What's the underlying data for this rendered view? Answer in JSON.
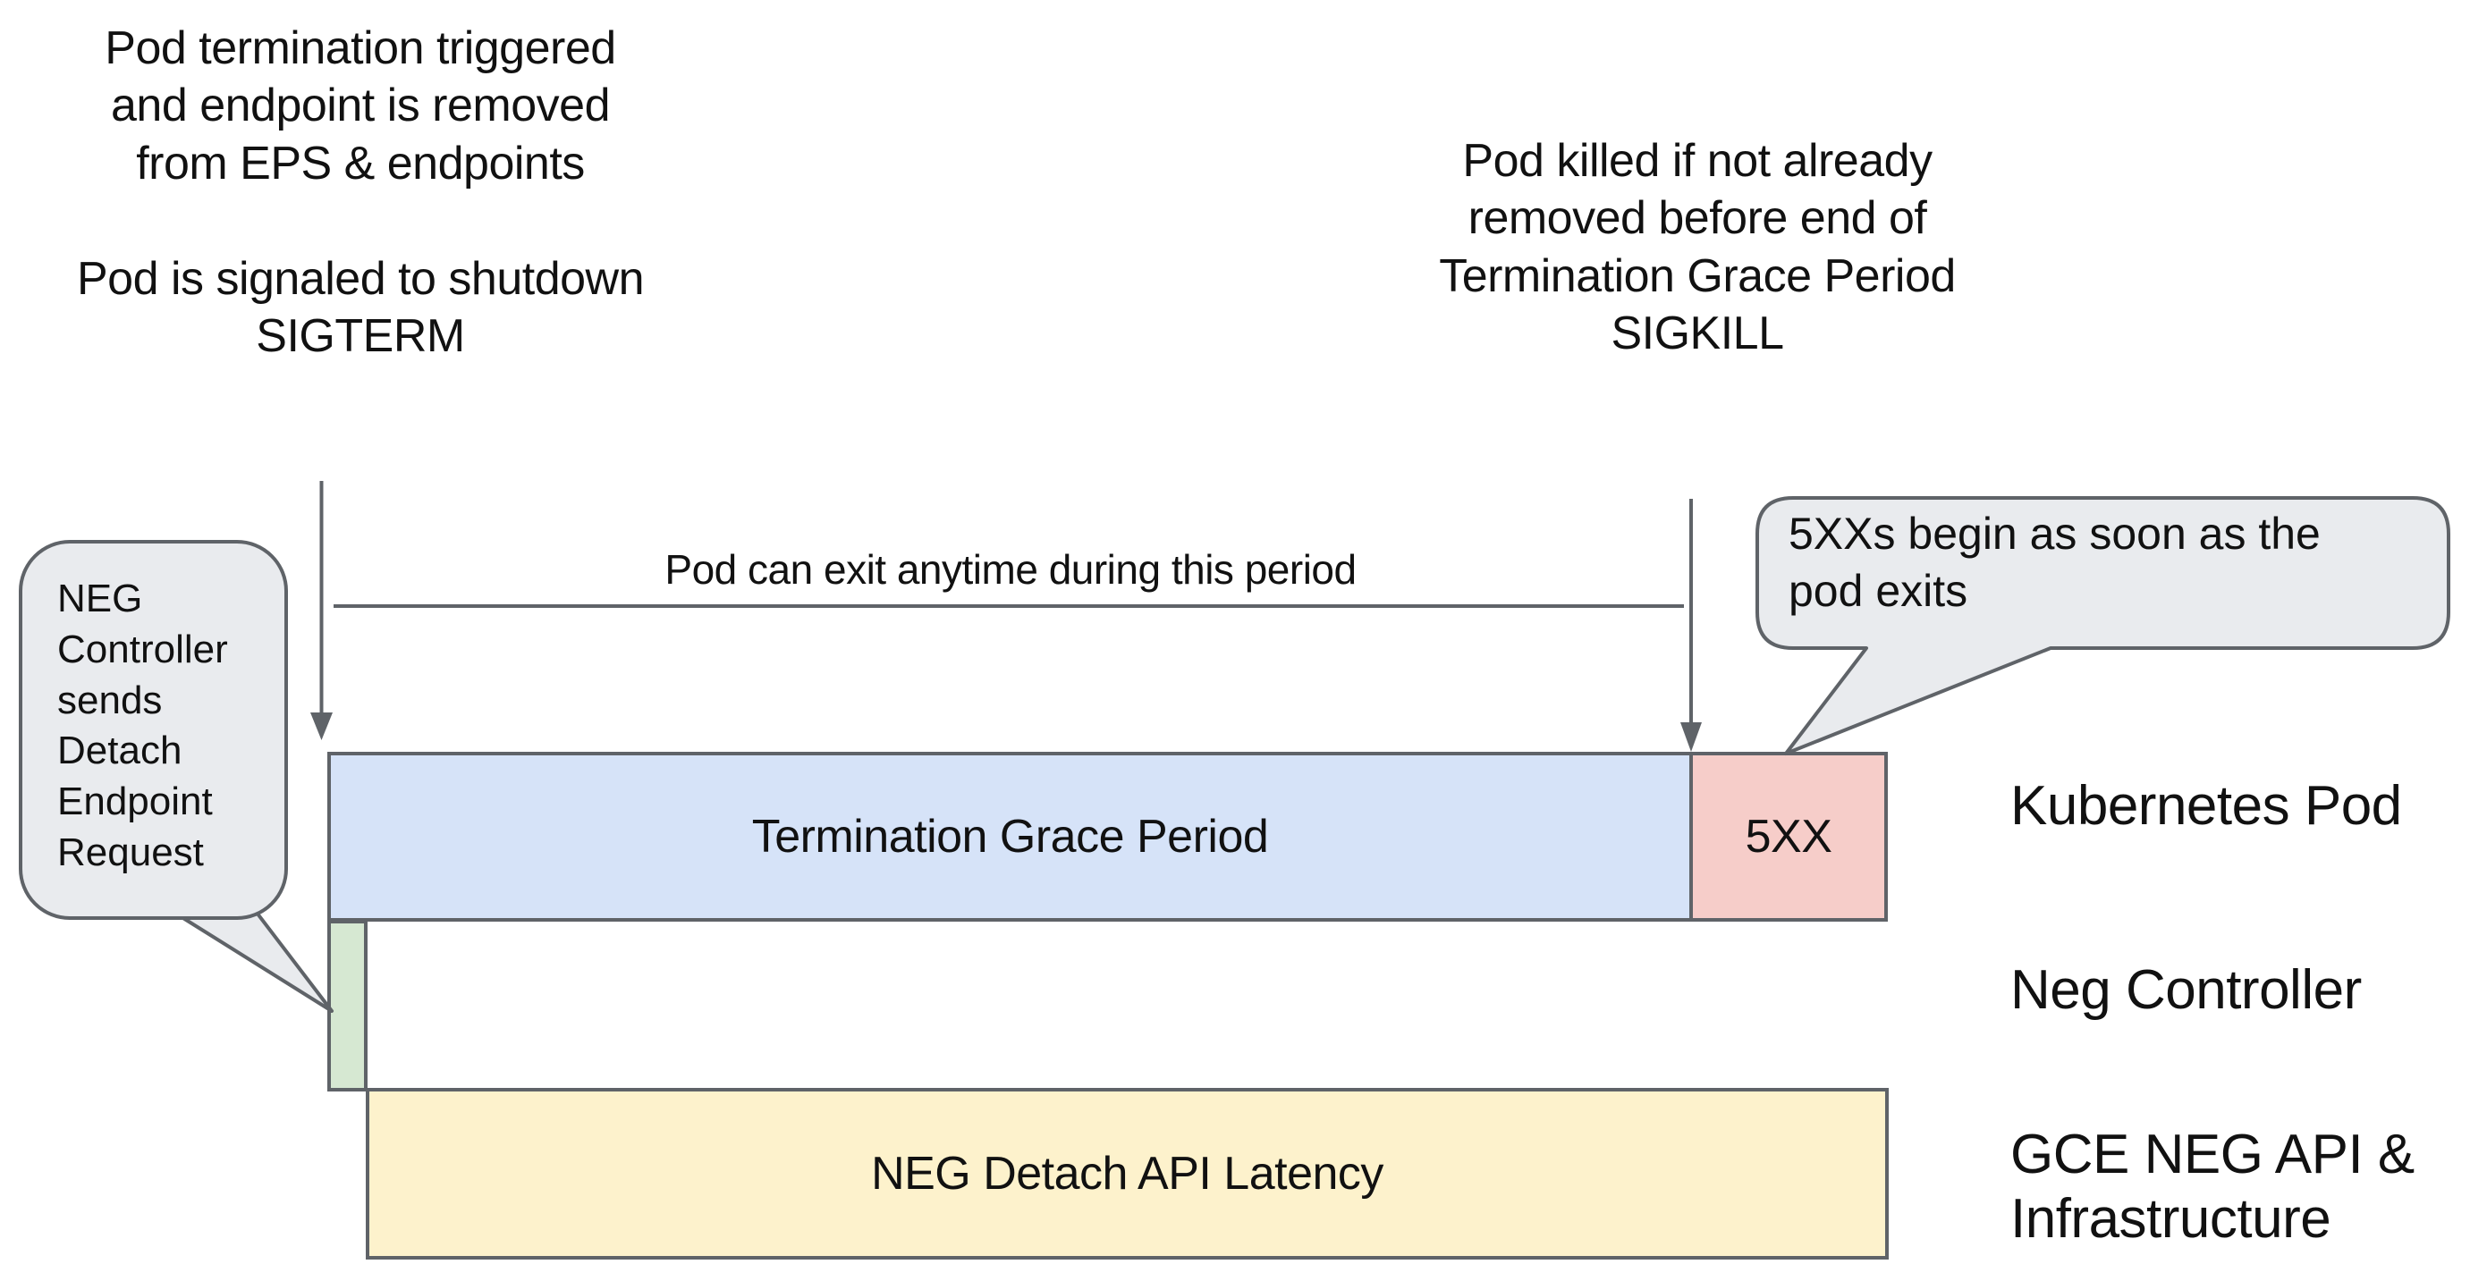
{
  "colors": {
    "stroke": "#5f6368",
    "blue": "#d6e3f8",
    "pink": "#f6cdc9",
    "green": "#d6e8d2",
    "yellow": "#fdf2cc",
    "bubble": "#e9ebee",
    "ink": "#111111"
  },
  "annotations": {
    "top_left": "Pod termination triggered\nand endpoint is removed\nfrom EPS & endpoints\n\nPod is signaled to shutdown\nSIGTERM",
    "top_right": "Pod killed if not already\nremoved before end of\nTermination Grace Period\nSIGKILL",
    "period_note": "Pod can exit anytime during this period"
  },
  "callouts": {
    "neg_controller": "NEG\nController\nsends\nDetach\nEndpoint\nRequest",
    "five_xx": "5XXs begin as soon as the\npod exits"
  },
  "bars": {
    "termination_grace_period": {
      "label": "Termination Grace Period",
      "color": "#d6e3f8"
    },
    "five_xx": {
      "label": "5XX",
      "color": "#f6cdc9"
    },
    "neg_controller_detach": {
      "label": "",
      "color": "#d6e8d2"
    },
    "neg_detach_api_latency": {
      "label": "NEG Detach API Latency",
      "color": "#fdf2cc"
    }
  },
  "lanes": [
    {
      "label": "Kubernetes Pod"
    },
    {
      "label": "Neg Controller"
    },
    {
      "label": "GCE NEG API &\nInfrastructure"
    }
  ]
}
